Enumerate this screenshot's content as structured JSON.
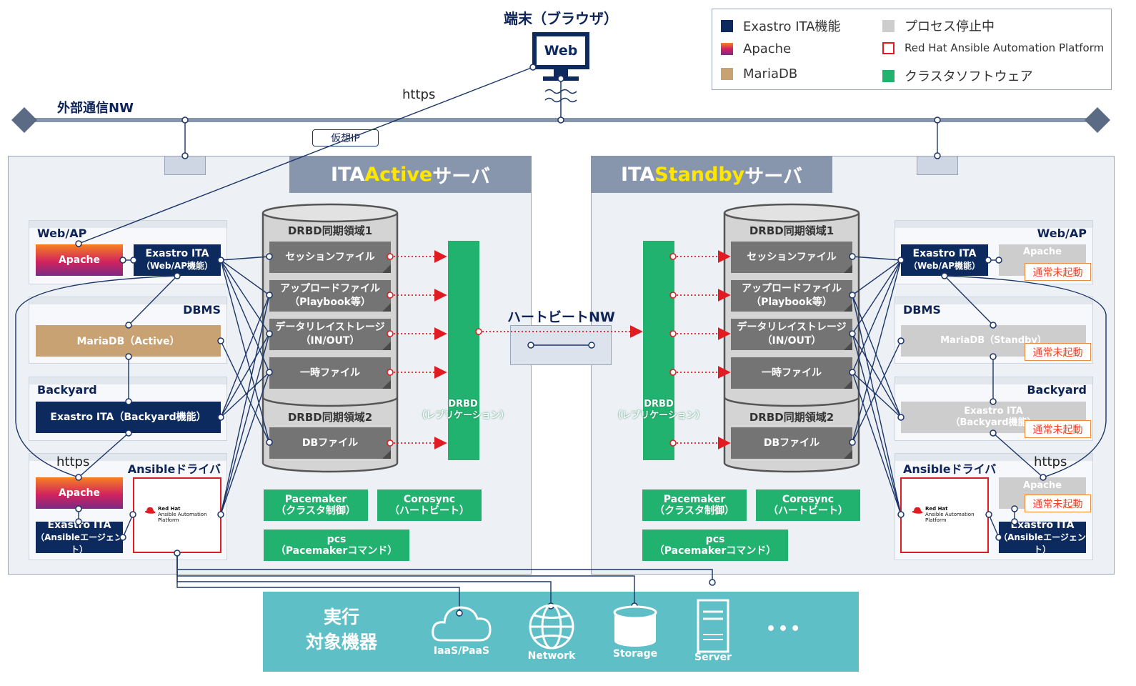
{
  "terminal": {
    "title": "端末（ブラウザ）",
    "monitor_label": "Web"
  },
  "external_nw": {
    "label": "外部通信NW",
    "https": "https",
    "virtual_ip": "仮想IP"
  },
  "heartbeat": {
    "label": "ハートビートNW"
  },
  "legend": {
    "items": [
      {
        "label": "Exastro ITA機能",
        "color": "#0d2a5e",
        "kind": "fill"
      },
      {
        "label": "Apache",
        "color": "#e0513a",
        "kind": "gradient"
      },
      {
        "label": "MariaDB",
        "color": "#c9a274",
        "kind": "fill"
      },
      {
        "label": "プロセス停止中",
        "color": "#cdcdcd",
        "kind": "fill"
      },
      {
        "label": "Red Hat Ansible Automation Platform",
        "color": "#e01b22",
        "kind": "outline"
      },
      {
        "label": "クラスタソフトウェア",
        "color": "#21b26f",
        "kind": "fill"
      }
    ]
  },
  "active": {
    "header_pre": "ITA ",
    "header_hl": "Active",
    "header_post": "サーバ",
    "webap": {
      "title": "Web/AP",
      "apache": "Apache",
      "ita": "Exastro ITA",
      "ita_sub": "（Web/AP機能）"
    },
    "dbms": {
      "title": "DBMS",
      "maria": "MariaDB（Active）"
    },
    "backyard": {
      "title": "Backyard",
      "ita": "Exastro ITA（Backyard機能）"
    },
    "ansible": {
      "title": "Ansibleドライバ",
      "apache": "Apache",
      "ita": "Exastro ITA",
      "ita_sub": "（Ansibleエージェント）",
      "https": "https"
    },
    "cluster": {
      "pacemaker": "Pacemaker",
      "pacemaker_sub": "（クラスタ制御）",
      "corosync": "Corosync",
      "corosync_sub": "（ハートビート）",
      "pcs": "pcs",
      "pcs_sub": "（Pacemakerコマンド）"
    },
    "drbd_label": "DRBD",
    "drbd_sub": "（レプリケーション）"
  },
  "standby": {
    "header_pre": "ITA ",
    "header_hl": "Standby",
    "header_post": "サーバ",
    "webap": {
      "title": "Web/AP",
      "apache": "Apache",
      "ita": "Exastro ITA",
      "ita_sub": "（Web/AP機能）",
      "badge": "通常未起動"
    },
    "dbms": {
      "title": "DBMS",
      "maria": "MariaDB（Standby）",
      "badge": "通常未起動"
    },
    "backyard": {
      "title": "Backyard",
      "ita": "Exastro ITA",
      "ita_sub": "（Backyard機能）",
      "badge": "通常未起動"
    },
    "ansible": {
      "title": "Ansibleドライバ",
      "apache": "Apache",
      "badge": "通常未起動",
      "ita": "Exastro ITA",
      "ita_sub": "（Ansibleエージェント）",
      "https": "https"
    },
    "cluster": {
      "pacemaker": "Pacemaker",
      "pacemaker_sub": "（クラスタ制御）",
      "corosync": "Corosync",
      "corosync_sub": "（ハートビート）",
      "pcs": "pcs",
      "pcs_sub": "（Pacemakerコマンド）"
    },
    "drbd_label": "DRBD",
    "drbd_sub": "（レプリケーション）"
  },
  "drbd": {
    "area1": "DRBD同期領域1",
    "area2": "DRBD同期領域2",
    "items1": [
      {
        "line1": "セッションファイル",
        "line2": ""
      },
      {
        "line1": "アップロードファイル",
        "line2": "（Playbook等）"
      },
      {
        "line1": "データリレイストレージ",
        "line2": "（IN/OUT）"
      },
      {
        "line1": "一時ファイル",
        "line2": ""
      }
    ],
    "items2": [
      {
        "line1": "DBファイル",
        "line2": ""
      }
    ]
  },
  "redhat": {
    "brand": "Red Hat",
    "line1": "Ansible Automation",
    "line2": "Platform"
  },
  "targets": {
    "title_line1": "実行",
    "title_line2": "対象機器",
    "items": [
      {
        "icon": "cloud-icon",
        "label": "IaaS/PaaS"
      },
      {
        "icon": "globe-icon",
        "label": "Network"
      },
      {
        "icon": "storage-icon",
        "label": "Storage"
      },
      {
        "icon": "server-icon",
        "label": "Server"
      }
    ],
    "more": "•••"
  }
}
